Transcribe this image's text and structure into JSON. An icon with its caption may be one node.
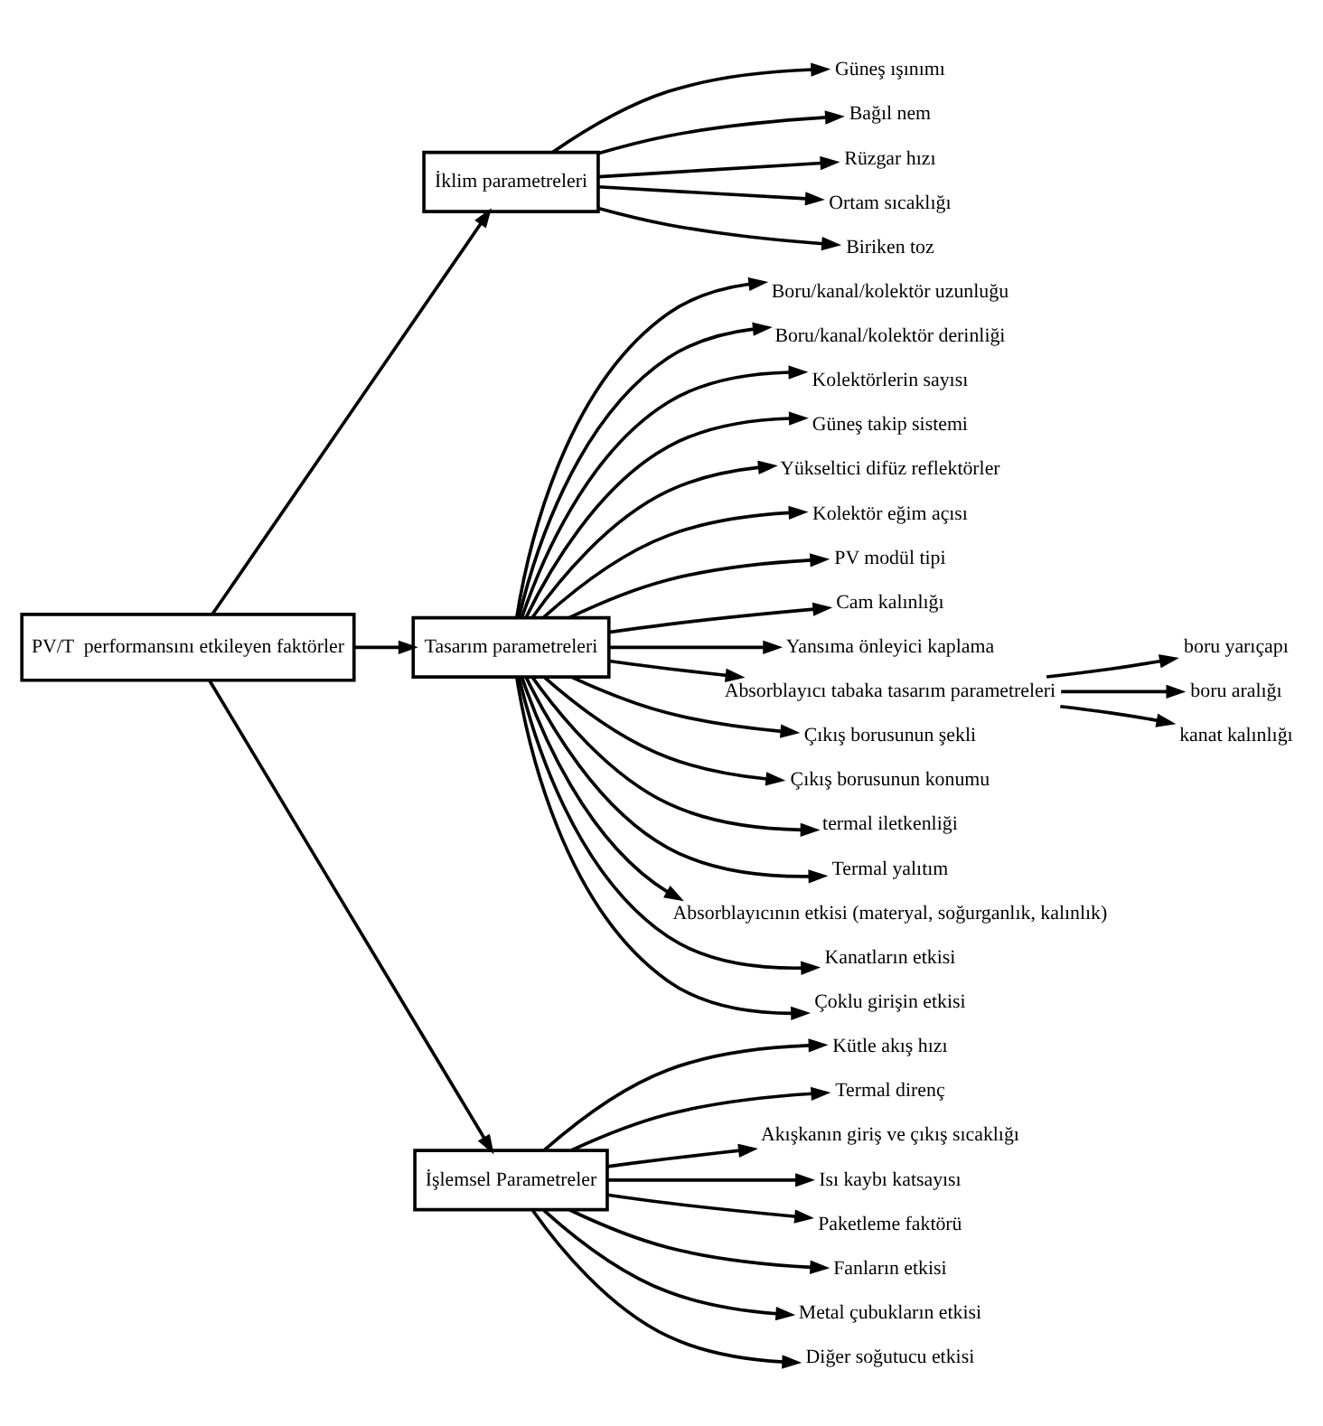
{
  "diagram": {
    "nodes": [
      {
        "text": [
          "PV/T  performansını etkileyen faktörler"
        ]
      },
      {
        "text": [
          "İklim parametreleri"
        ]
      },
      {
        "text": [
          "Tasarım parametreleri"
        ]
      },
      {
        "text": [
          "İşlemsel Parametreler"
        ]
      },
      {
        "text": [
          "Güneş ışınımı"
        ]
      },
      {
        "text": [
          "Bağıl nem"
        ]
      },
      {
        "text": [
          "Rüzgar hızı"
        ]
      },
      {
        "text": [
          "Ortam sıcaklığı"
        ]
      },
      {
        "text": [
          "Biriken toz"
        ]
      },
      {
        "text": [
          "Boru/kanal/kolektör uzunluğu"
        ]
      },
      {
        "text": [
          "Boru/kanal/kolektör derinliği"
        ]
      },
      {
        "text": [
          "Kolektörlerin sayısı"
        ]
      },
      {
        "text": [
          "Güneş takip sistemi"
        ]
      },
      {
        "text": [
          "Yükseltici difüz reflektörler"
        ]
      },
      {
        "text": [
          "Kolektör eğim açısı"
        ]
      },
      {
        "text": [
          "PV modül tipi"
        ]
      },
      {
        "text": [
          "Cam kalınlığı"
        ]
      },
      {
        "text": [
          "Yansıma önleyici kaplama"
        ]
      },
      {
        "text": [
          "Absorblayıcı tabaka tasarım parametreleri"
        ]
      },
      {
        "text": [
          "boru yarıçapı"
        ]
      },
      {
        "text": [
          "boru aralığı"
        ]
      },
      {
        "text": [
          "kanat kalınlığı"
        ]
      },
      {
        "text": [
          "Çıkış borusunun şekli"
        ]
      },
      {
        "text": [
          "Çıkış borusunun konumu"
        ]
      },
      {
        "text": [
          "termal iletkenliği"
        ]
      },
      {
        "text": [
          "Termal yalıtım"
        ]
      },
      {
        "text": [
          "Absorblayıcının etkisi (materyal, soğurganlık, kalınlık)"
        ]
      },
      {
        "text": [
          "Kanatların etkisi"
        ]
      },
      {
        "text": [
          "Çoklu girişin etkisi"
        ]
      },
      {
        "text": [
          "Kütle akış hızı"
        ]
      },
      {
        "text": [
          "Termal direnç"
        ]
      },
      {
        "text": [
          "Akışkanın giriş ve çıkış sıcaklığı"
        ]
      },
      {
        "text": [
          "Isı kaybı katsayısı"
        ]
      },
      {
        "text": [
          "Paketleme faktörü"
        ]
      },
      {
        "text": [
          "Fanların etkisi"
        ]
      },
      {
        "text": [
          "Metal çubukların etkisi"
        ]
      },
      {
        "text": [
          "Diğer soğutucu etkisi"
        ]
      }
    ],
    "edges": [
      {
        "from": 0,
        "to": 1,
        "arrow": "to"
      },
      {
        "from": 0,
        "to": 2,
        "arrow": "to"
      },
      {
        "from": 0,
        "to": 3,
        "arrow": "to"
      },
      {
        "from": 1,
        "to": 4,
        "arrow": "to"
      },
      {
        "from": 1,
        "to": 5,
        "arrow": "to"
      },
      {
        "from": 1,
        "to": 6,
        "arrow": "to"
      },
      {
        "from": 1,
        "to": 7,
        "arrow": "to"
      },
      {
        "from": 1,
        "to": 8,
        "arrow": "to"
      },
      {
        "from": 2,
        "to": 9,
        "arrow": "to"
      },
      {
        "from": 2,
        "to": 10,
        "arrow": "to"
      },
      {
        "from": 2,
        "to": 11,
        "arrow": "to"
      },
      {
        "from": 2,
        "to": 12,
        "arrow": "to"
      },
      {
        "from": 2,
        "to": 13,
        "arrow": "to"
      },
      {
        "from": 2,
        "to": 14,
        "arrow": "to"
      },
      {
        "from": 2,
        "to": 15,
        "arrow": "to"
      },
      {
        "from": 2,
        "to": 16,
        "arrow": "to"
      },
      {
        "from": 2,
        "to": 17,
        "arrow": "to"
      },
      {
        "from": 2,
        "to": 18,
        "arrow": "to"
      },
      {
        "from": 18,
        "to": 19,
        "arrow": "to"
      },
      {
        "from": 18,
        "to": 20,
        "arrow": "to"
      },
      {
        "from": 18,
        "to": 21,
        "arrow": "to"
      },
      {
        "from": 2,
        "to": 22,
        "arrow": "to"
      },
      {
        "from": 2,
        "to": 23,
        "arrow": "to"
      },
      {
        "from": 2,
        "to": 24,
        "arrow": "to"
      },
      {
        "from": 2,
        "to": 25,
        "arrow": "to"
      },
      {
        "from": 2,
        "to": 26,
        "arrow": "to"
      },
      {
        "from": 2,
        "to": 27,
        "arrow": "to"
      },
      {
        "from": 2,
        "to": 28,
        "arrow": "to"
      },
      {
        "from": 3,
        "to": 29,
        "arrow": "to"
      },
      {
        "from": 3,
        "to": 30,
        "arrow": "to"
      },
      {
        "from": 3,
        "to": 31,
        "arrow": "to"
      },
      {
        "from": 3,
        "to": 32,
        "arrow": "to"
      },
      {
        "from": 3,
        "to": 33,
        "arrow": "to"
      },
      {
        "from": 3,
        "to": 34,
        "arrow": "to"
      },
      {
        "from": 3,
        "to": 35,
        "arrow": "to"
      },
      {
        "from": 3,
        "to": 36,
        "arrow": "to"
      }
    ]
  }
}
